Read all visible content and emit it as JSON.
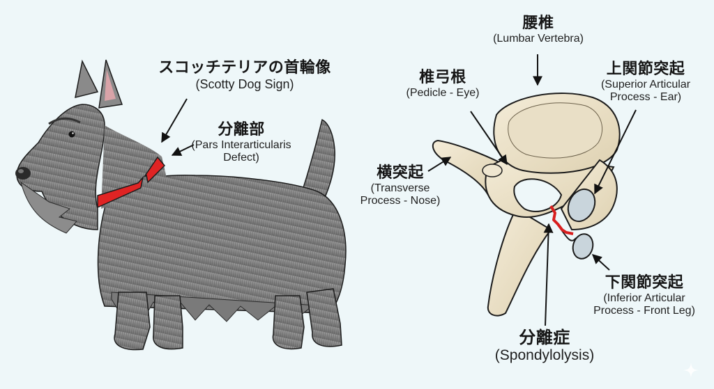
{
  "diagram": {
    "colors": {
      "background": "#eef7f9",
      "collar_red": "#e02424",
      "fracture_red": "#d81e1e",
      "bone": "#efe6d0",
      "bone_shadow": "#d8cba8",
      "articular_facet": "#c9d5dc",
      "dog_fur": "#8a8a8a",
      "outline": "#1b1b1b"
    },
    "left_panel": {
      "subject": "Scottish Terrier with red collar",
      "labels": {
        "scotty_sign": {
          "jp": "スコッチテリアの首輪像",
          "en": "(Scotty Dog Sign)"
        },
        "pars_defect": {
          "jp": "分離部",
          "en_line1": "(Pars Interarticularis",
          "en_line2": "Defect)"
        }
      }
    },
    "right_panel": {
      "subject": "Lumbar vertebra (oblique view)",
      "labels": {
        "lumbar_vertebra": {
          "jp": "腰椎",
          "en": "(Lumbar Vertebra)"
        },
        "pedicle": {
          "jp": "椎弓根",
          "en": "(Pedicle - Eye)"
        },
        "superior_articular": {
          "jp": "上関節突起",
          "en_line1": "(Superior Articular",
          "en_line2": "Process - Ear)"
        },
        "transverse_process": {
          "jp": "横突起",
          "en_line1": "(Transverse",
          "en_line2": "Process - Nose)"
        },
        "inferior_articular": {
          "jp": "下関節突起",
          "en_line1": "(Inferior Articular",
          "en_line2": "Process - Front Leg)"
        },
        "spondylolysis": {
          "jp": "分離症",
          "en": "(Spondylolysis)"
        }
      }
    }
  }
}
